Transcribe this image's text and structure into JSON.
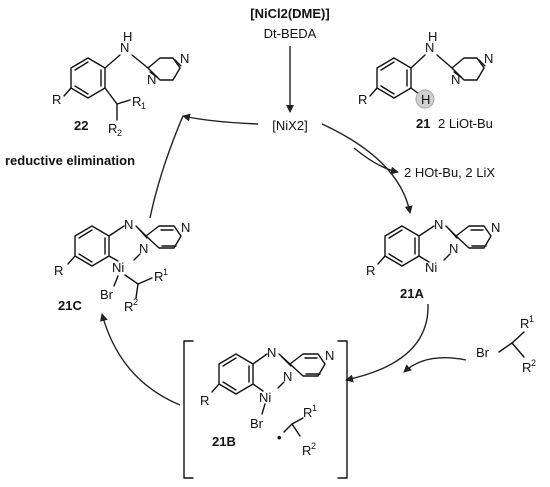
{
  "reagents": {
    "catalyst": "[NiCl2(DME)]",
    "ligand": "Dt-BEDA",
    "base": "2 LiOt-Bu",
    "byproducts": "2 HOt-Bu, 2 LiX",
    "active_species": "[NiX2]"
  },
  "step_labels": {
    "reductive_elimination": "reductive elimination"
  },
  "compounds": {
    "c21": "21",
    "c21A": "21A",
    "c21B": "21B",
    "c21C": "21C",
    "c22": "22"
  },
  "atoms": {
    "N": "N",
    "H": "H",
    "R": "R",
    "Ni": "Ni",
    "Br": "Br",
    "R1": "R",
    "R2": "R",
    "sup1": "1",
    "sup2": "2",
    "sub1": "1",
    "sub2": "2",
    "radical_dot": "•"
  },
  "colors": {
    "ink": "#111111",
    "highlight": "#cfcfcf"
  }
}
